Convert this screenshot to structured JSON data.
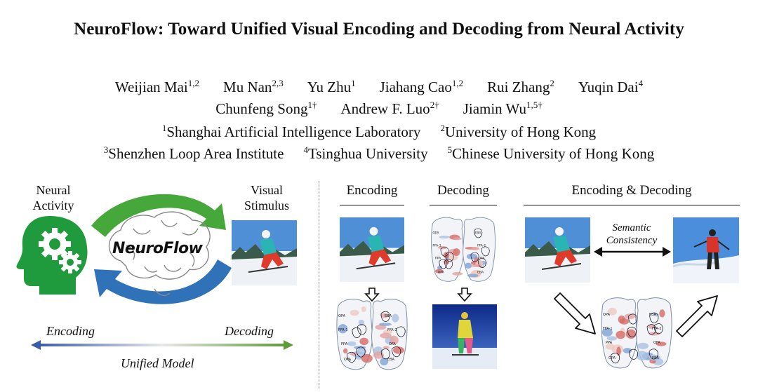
{
  "title": "NeuroFlow: Toward Unified Visual Encoding and Decoding from Neural Activity",
  "authors_row1": [
    {
      "name": "Weijian Mai",
      "sup": "1,2"
    },
    {
      "name": "Mu Nan",
      "sup": "2,3"
    },
    {
      "name": "Yu Zhu",
      "sup": "1"
    },
    {
      "name": "Jiahang Cao",
      "sup": "1,2"
    },
    {
      "name": "Rui Zhang",
      "sup": "2"
    },
    {
      "name": "Yuqin Dai",
      "sup": "4"
    }
  ],
  "authors_row2": [
    {
      "name": "Chunfeng Song",
      "sup": "1†"
    },
    {
      "name": "Andrew F. Luo",
      "sup": "2†"
    },
    {
      "name": "Jiamin Wu",
      "sup": "1,5†"
    }
  ],
  "affiliations_row1": [
    {
      "sup": "1",
      "name": "Shanghai Artificial Intelligence Laboratory"
    },
    {
      "sup": "2",
      "name": "University of Hong Kong"
    }
  ],
  "affiliations_row2": [
    {
      "sup": "3",
      "name": "Shenzhen Loop Area Institute"
    },
    {
      "sup": "4",
      "name": "Tsinghua University"
    },
    {
      "sup": "5",
      "name": "Chinese University of Hong Kong"
    }
  ],
  "left_panel": {
    "neural_label_1": "Neural",
    "neural_label_2": "Activity",
    "visual_label_1": "Visual",
    "visual_label_2": "Stimulus",
    "center_logo": "NeuroFlow",
    "encoding": "Encoding",
    "decoding": "Decoding",
    "unified": "Unified Model"
  },
  "right_panel": {
    "encoding_header": "Encoding",
    "decoding_header": "Decoding",
    "encdec_header": "Encoding & Decoding",
    "semantic_1": "Semantic",
    "semantic_2": "Consistency"
  },
  "brain_map_labels": [
    "OPA",
    "EBA",
    "FFA-1",
    "FFA-2",
    "PPA",
    "OFA"
  ],
  "colors": {
    "green": "#3fa535",
    "blue": "#2f6fb5",
    "head_green": "#1f9a3c",
    "gradient_left": "#3b5bab",
    "gradient_right": "#5e9a3a"
  }
}
